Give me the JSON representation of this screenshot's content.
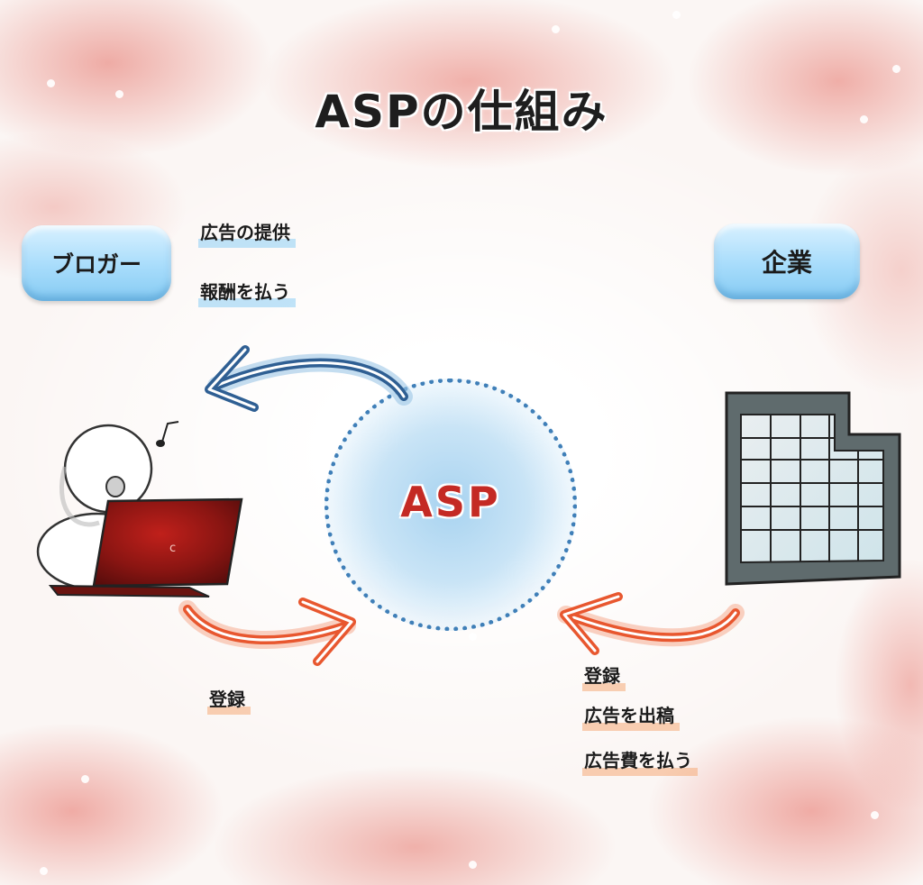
{
  "title": "ASPの仕組み",
  "nodes": {
    "blogger": "ブロガー",
    "company": "企業",
    "asp": "ASP"
  },
  "labels": {
    "asp_to_blogger": [
      "広告の提供",
      "報酬を払う"
    ],
    "blogger_to_asp": [
      "登録"
    ],
    "company_to_asp": [
      "登録",
      "広告を出稿",
      "広告費を払う"
    ]
  },
  "colors": {
    "title_text": "#1e1e1e",
    "asp_text": "#c42a24",
    "blue_arrow": "#2f5f93",
    "orange_arrow": "#e8572f",
    "pill_blue": "#a7dcfb"
  },
  "icons": {
    "person": "person-at-laptop-icon",
    "building": "building-icon",
    "note": "music-note-icon"
  }
}
